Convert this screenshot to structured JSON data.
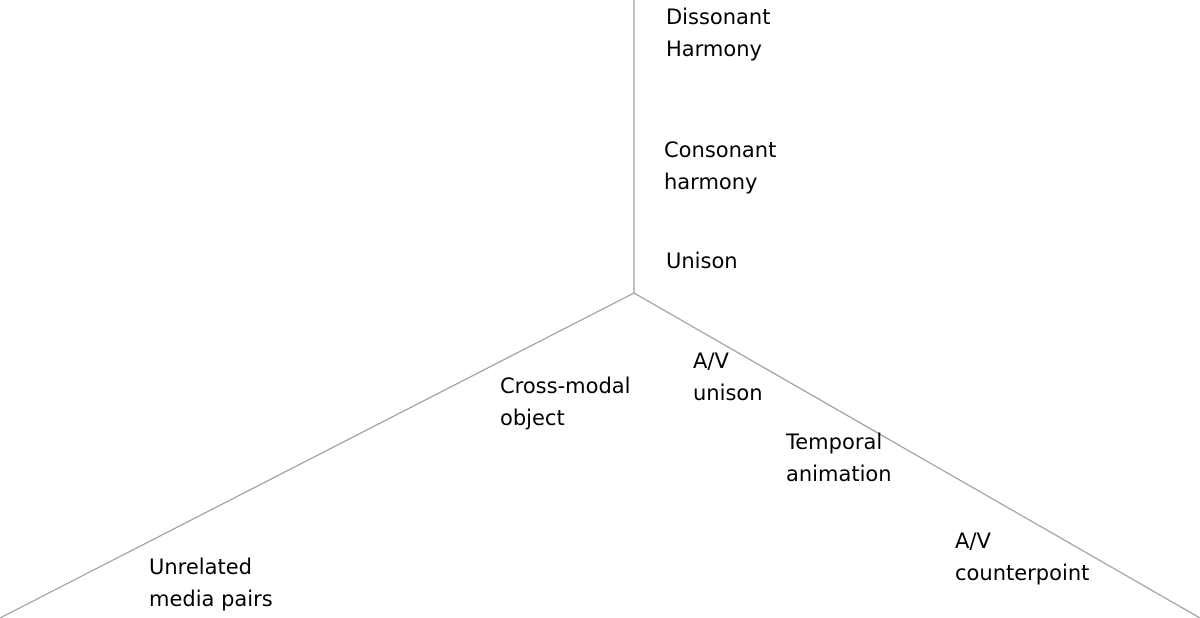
{
  "labels": {
    "dissonant_harmony": [
      "Dissonant",
      "Harmony"
    ],
    "consonant_harmony": [
      "Consonant",
      "harmony"
    ],
    "unison": [
      "Unison"
    ],
    "cross_modal_object": [
      "Cross-modal",
      "object"
    ],
    "av_unison": [
      "A/V",
      "unison"
    ],
    "temporal_animation": [
      "Temporal",
      "animation"
    ],
    "av_counterpoint": [
      "A/V",
      "counterpoint"
    ],
    "unrelated_media_pairs": [
      "Unrelated",
      "media pairs"
    ]
  },
  "colors": {
    "line": "#9a9a9a",
    "text": "#000000",
    "background": "#ffffff"
  }
}
